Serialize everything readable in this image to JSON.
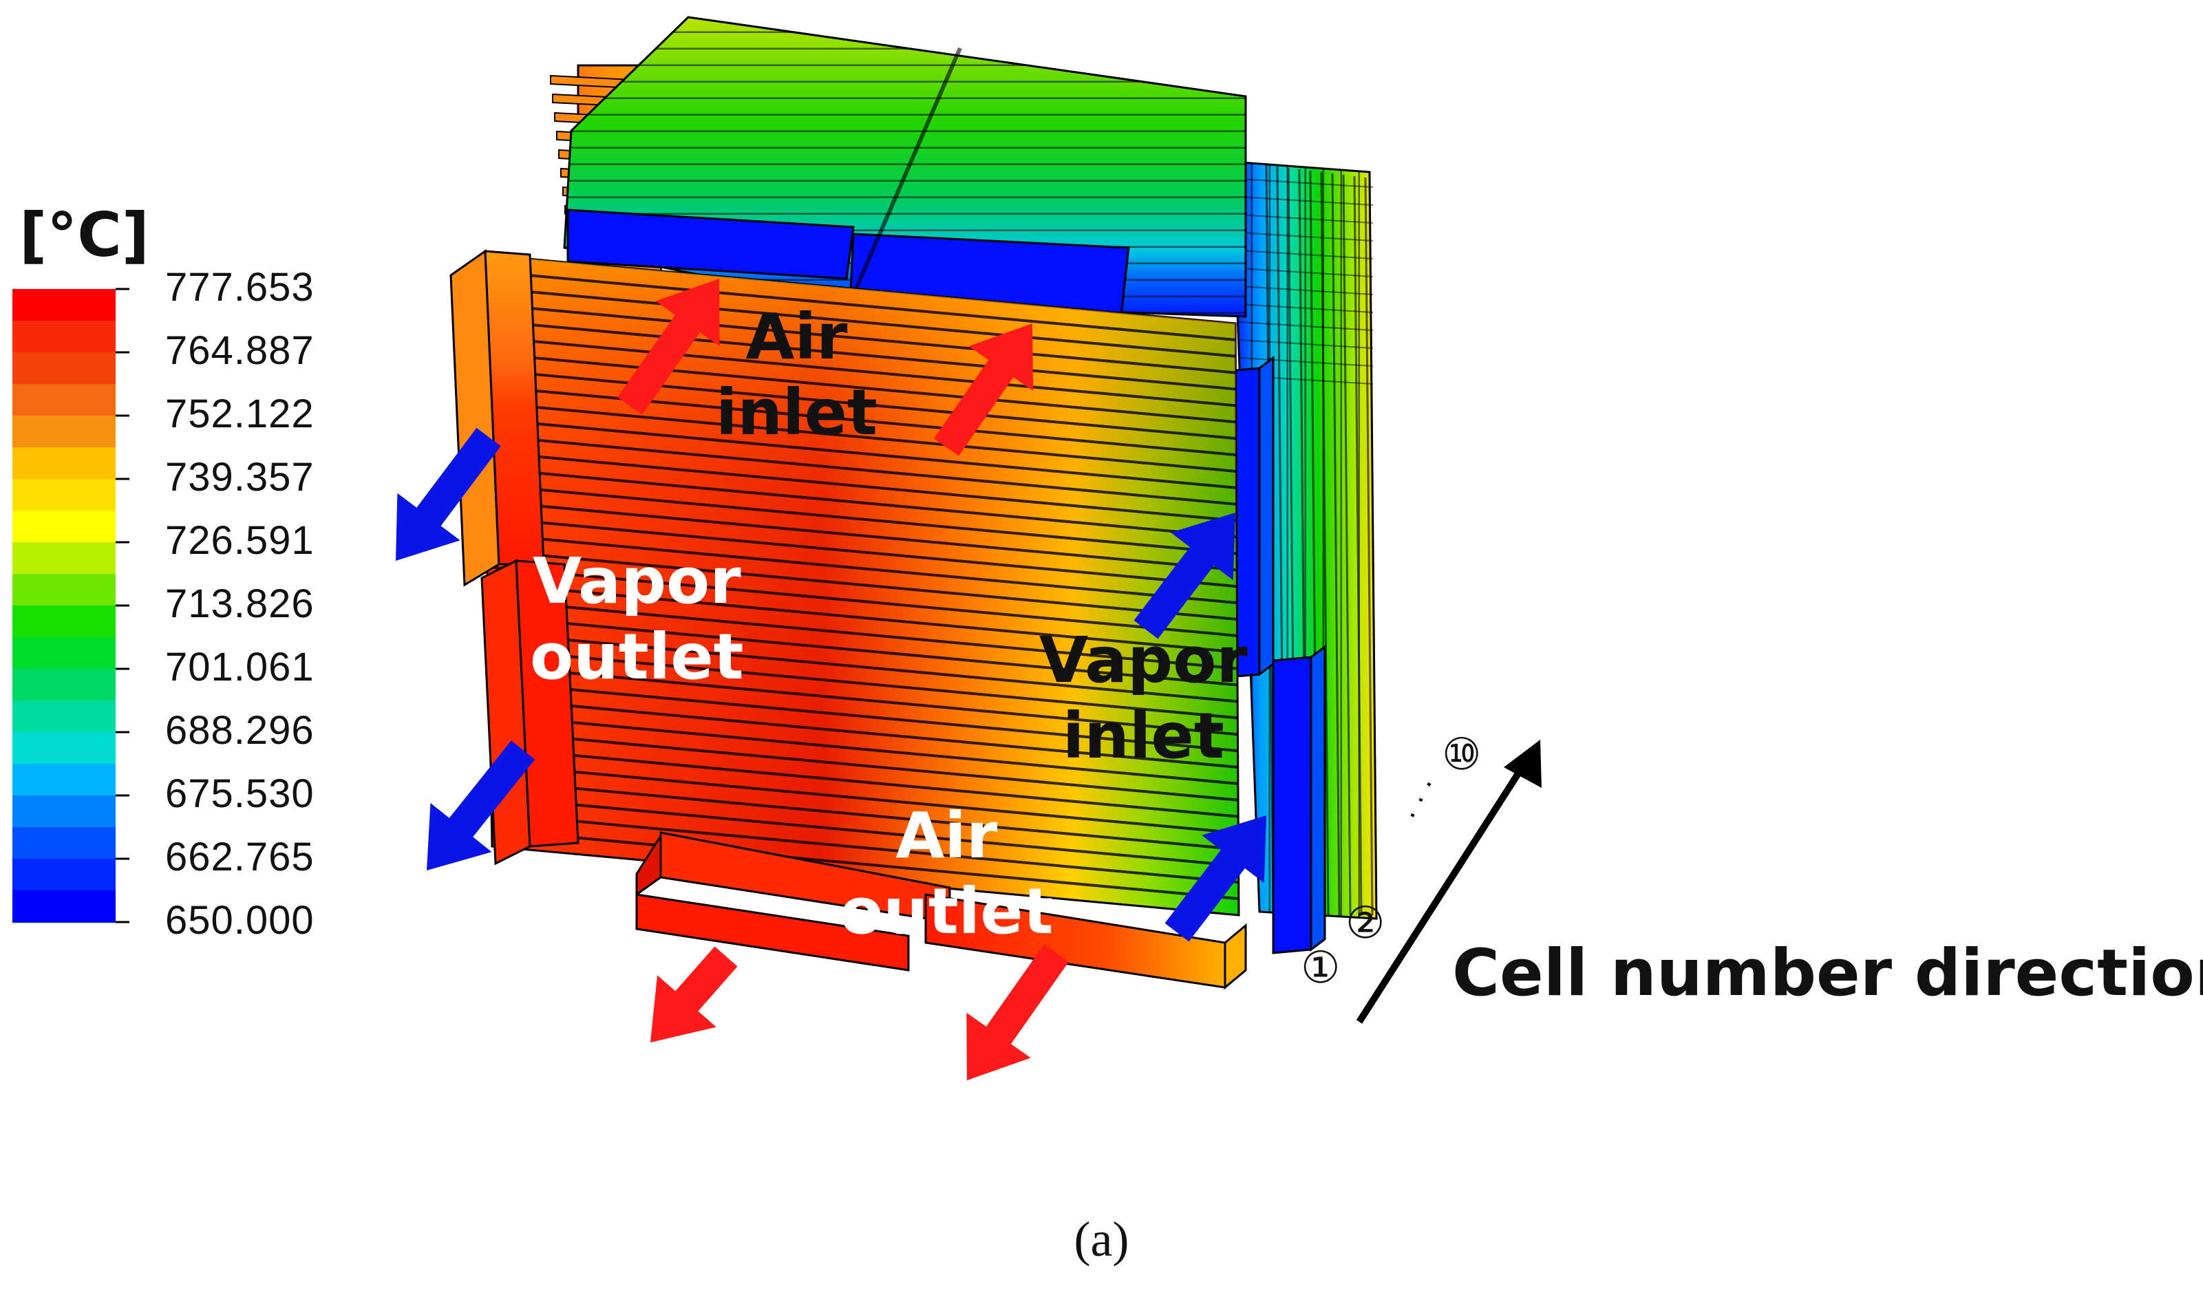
{
  "legend": {
    "unit": "[°C]",
    "ticks": [
      "777.653",
      "764.887",
      "752.122",
      "739.357",
      "726.591",
      "713.826",
      "701.061",
      "688.296",
      "675.530",
      "662.765",
      "650.000"
    ],
    "colors": [
      "#ff0000",
      "#f72a05",
      "#f4430a",
      "#f56a10",
      "#f8920e",
      "#ffc000",
      "#ffde00",
      "#ffff00",
      "#b8f000",
      "#6ee800",
      "#15e000",
      "#00dc2a",
      "#00d865",
      "#00dca0",
      "#00dcd2",
      "#00b4ff",
      "#0082ff",
      "#0050ff",
      "#0028ff",
      "#0000ff"
    ]
  },
  "labels": {
    "air_inlet": [
      "Air",
      "inlet"
    ],
    "vapor_outlet": [
      "Vapor",
      "outlet"
    ],
    "vapor_inlet": [
      "Vapor",
      "inlet"
    ],
    "air_outlet": [
      "Air",
      "outlet"
    ],
    "cell_direction": "Cell number direction",
    "cell_first": "①",
    "cell_second": "②",
    "cell_dots": "· · ·",
    "cell_last": "⑩"
  },
  "caption": "(a)",
  "colors": {
    "flow_air": "#ff1a1a",
    "flow_vapor": "#0a14e6",
    "hot": "#ff1a00",
    "cold": "#0000ff"
  }
}
